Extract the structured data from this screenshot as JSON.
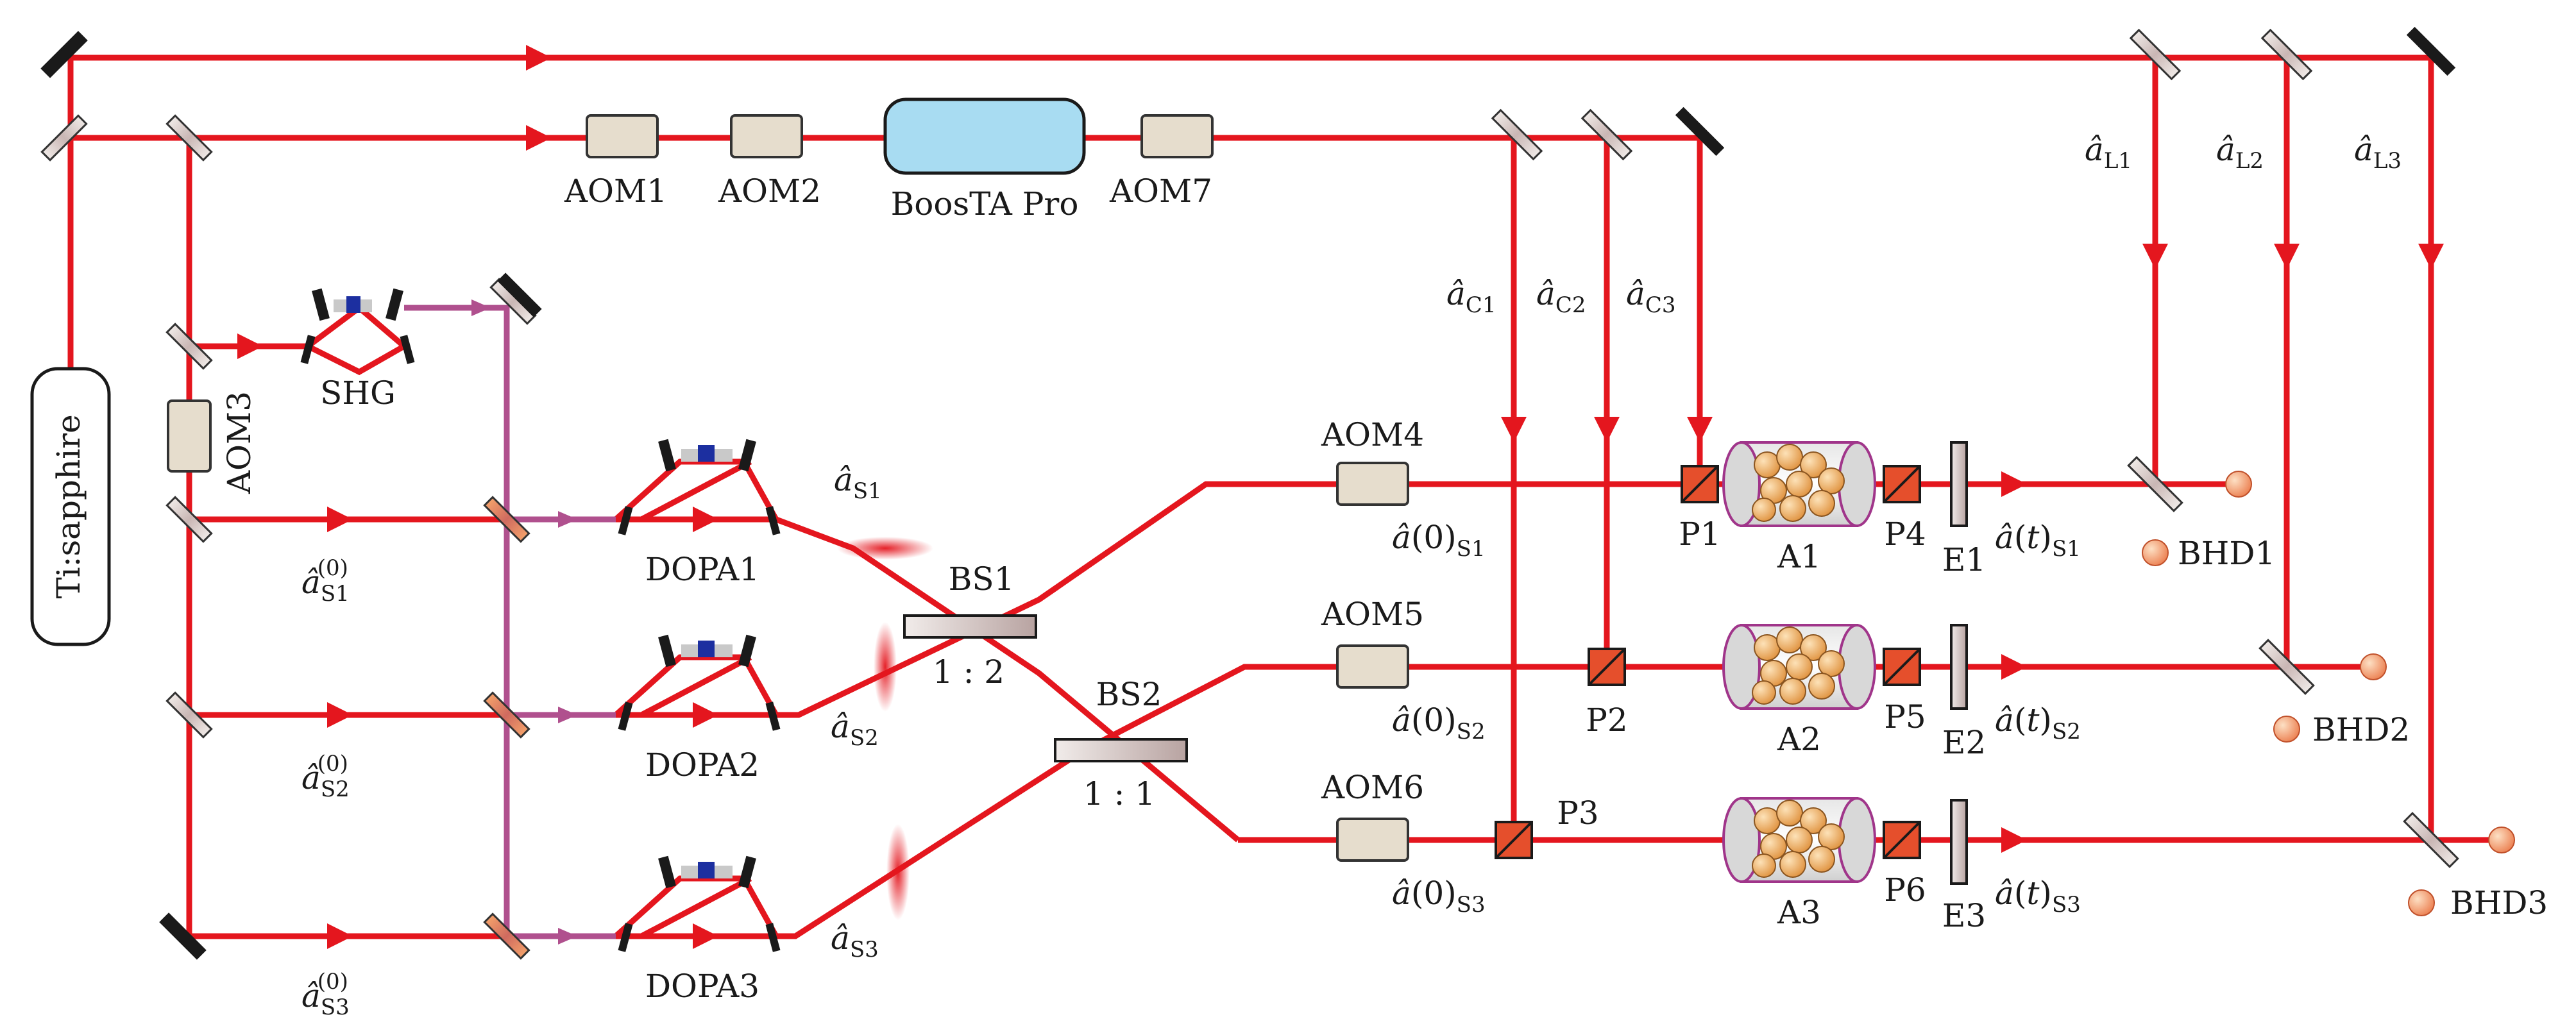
{
  "colors": {
    "beam": "#e4161e",
    "pump": "#b0508e",
    "component_fill": "#e6ddcd",
    "amplifier_fill": "#a8dcf2",
    "cube_fill": "#e54f2c",
    "atom_fill": "#f0b866"
  },
  "laser": {
    "label": "Ti:sapphire"
  },
  "aoms": {
    "aom1": "AOM1",
    "aom2": "AOM2",
    "aom3": "AOM3",
    "aom4": "AOM4",
    "aom5": "AOM5",
    "aom6": "AOM6",
    "aom7": "AOM7"
  },
  "amplifier": {
    "label": "BoosTA Pro"
  },
  "shg": {
    "label": "SHG"
  },
  "dopa": [
    "DOPA1",
    "DOPA2",
    "DOPA3"
  ],
  "beamsplitters": {
    "bs1": {
      "label": "BS1",
      "ratio": "1 : 2"
    },
    "bs2": {
      "label": "BS2",
      "ratio": "1 : 1"
    }
  },
  "polarizers": [
    "P1",
    "P2",
    "P3",
    "P4",
    "P5",
    "P6"
  ],
  "cells": [
    "A1",
    "A2",
    "A3"
  ],
  "etalons": [
    "E1",
    "E2",
    "E3"
  ],
  "detectors": [
    "BHD1",
    "BHD2",
    "BHD3"
  ],
  "symbols": {
    "hat_a": "â",
    "open_paren": "(",
    "close_paren": ")",
    "zero": "0",
    "t": "t",
    "superscript_zero": "(0)"
  },
  "signal_modes": {
    "seed": [
      "S1",
      "S2",
      "S3"
    ],
    "squeezed": [
      "S1",
      "S2",
      "S3"
    ],
    "input": [
      "S1",
      "S2",
      "S3"
    ],
    "output": [
      "S1",
      "S2",
      "S3"
    ]
  },
  "control_modes": [
    "C1",
    "C2",
    "C3"
  ],
  "local_oscillators": [
    "L1",
    "L2",
    "L3"
  ]
}
